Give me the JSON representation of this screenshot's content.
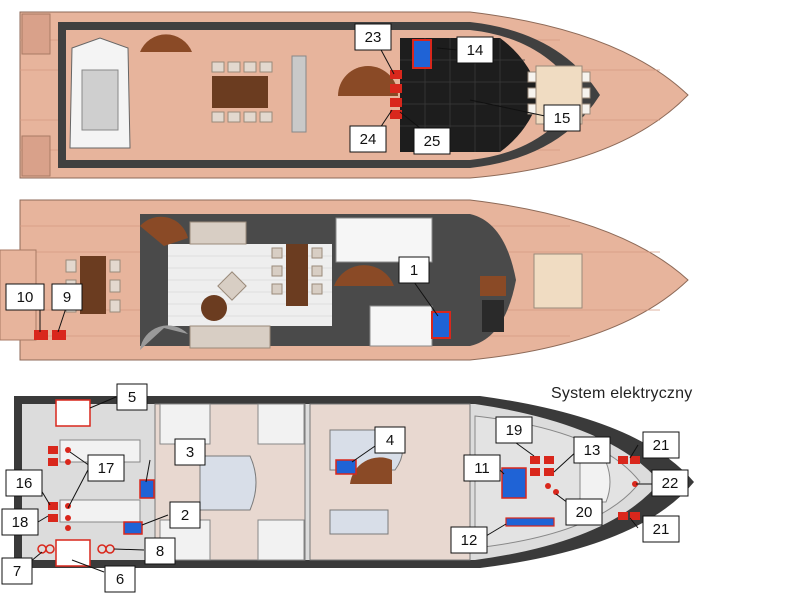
{
  "diagram": {
    "title": "System elektryczny",
    "callouts": [
      "1",
      "2",
      "3",
      "4",
      "5",
      "6",
      "7",
      "8",
      "9",
      "10",
      "11",
      "12",
      "13",
      "14",
      "15",
      "16",
      "17",
      "18",
      "19",
      "20",
      "21",
      "21",
      "22",
      "23",
      "24",
      "25"
    ],
    "colors": {
      "deck": "#e7b49c",
      "plank": "#d79c82",
      "hull": "#3a3a3a",
      "interior": "#dcdcdc",
      "floor_light": "#eeeeee",
      "room": "#e8d8d0",
      "stairs": "#8a4a26",
      "sofa": "#d8cec4",
      "table": "#6b3c20",
      "red": "#d9271c",
      "blue": "#1f63d6",
      "solar": "#1d1d1d"
    }
  }
}
